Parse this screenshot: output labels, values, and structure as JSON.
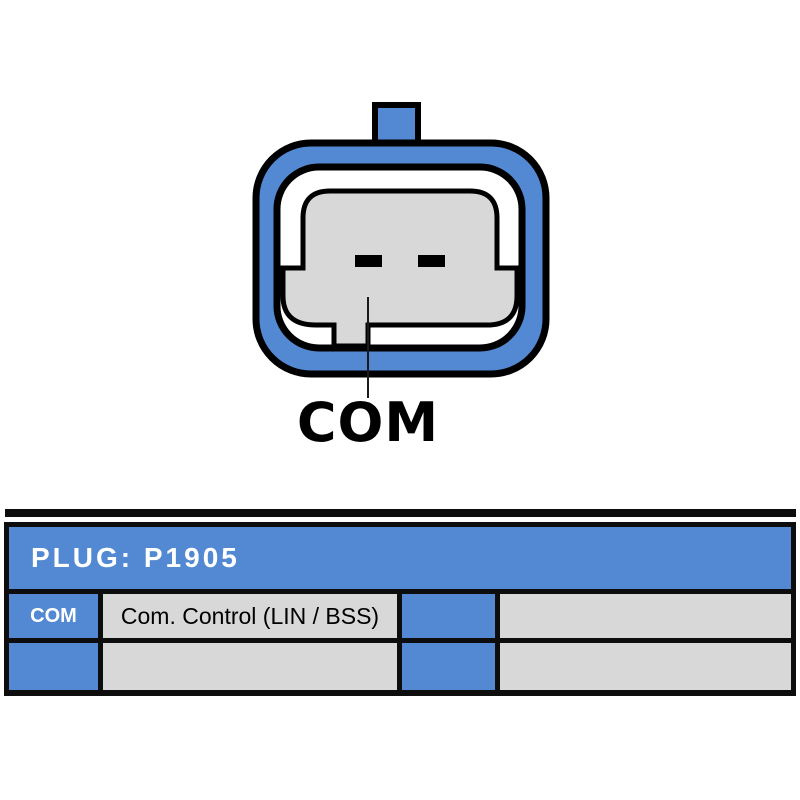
{
  "diagram": {
    "connector_label": "COM",
    "pin_count": 2,
    "colors": {
      "shell_blue": "#5289d2",
      "housing_gray": "#d8d8d8",
      "ring_white": "#ffffff",
      "outline_black": "#000000"
    }
  },
  "table": {
    "header": "PLUG: P1905",
    "rows": [
      {
        "cells": [
          {
            "text": "COM"
          },
          {
            "text": "Com. Control (LIN / BSS)"
          },
          {
            "text": ""
          },
          {
            "text": ""
          }
        ]
      },
      {
        "cells": [
          {
            "text": ""
          },
          {
            "text": ""
          },
          {
            "text": ""
          },
          {
            "text": ""
          }
        ]
      }
    ]
  }
}
